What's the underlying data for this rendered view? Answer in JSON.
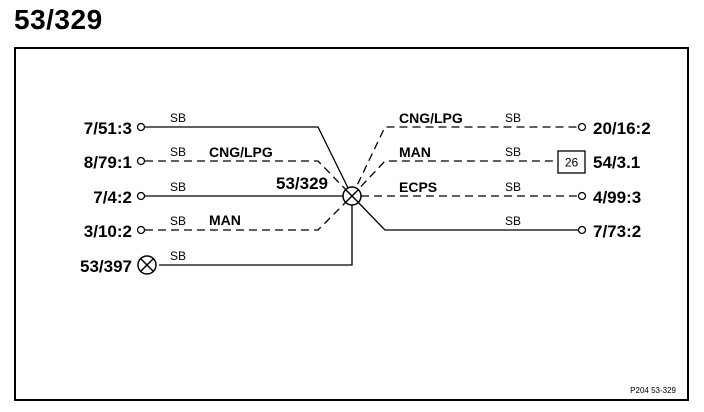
{
  "title": "53/329",
  "left_terminals": {
    "t1": "7/51:3",
    "t2": "8/79:1",
    "t3": "7/4:2",
    "t4": "3/10:2",
    "t5": "53/397"
  },
  "right_terminals": {
    "t1": "20/16:2",
    "t2": "54/3.1",
    "t3": "4/99:3",
    "t4": "7/73:2"
  },
  "center_node": "53/329",
  "wire_color_code": "SB",
  "variants": {
    "cng_lpg": "CNG/LPG",
    "man": "MAN",
    "ecps": "ECPS"
  },
  "connector_box": "26",
  "figure_ref": "P204 53-329"
}
